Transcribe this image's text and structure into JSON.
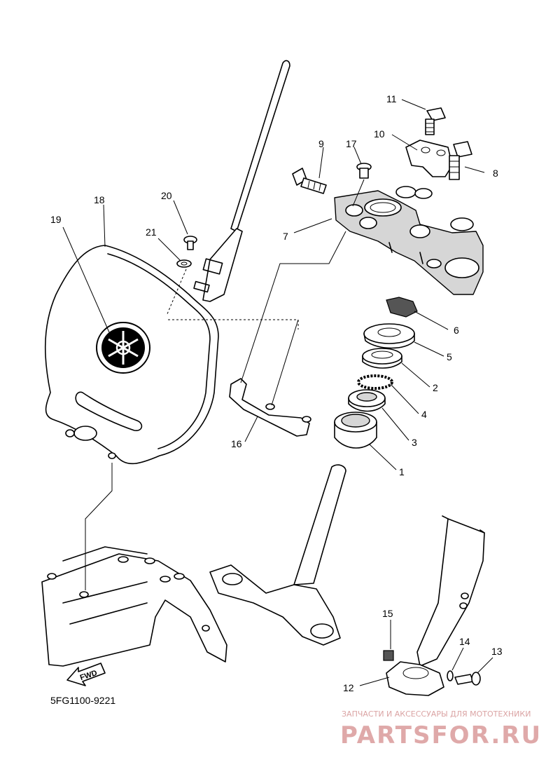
{
  "diagram": {
    "part_code": "5FG1100-9221",
    "fwd_label": "FWD",
    "callouts": [
      "1",
      "2",
      "3",
      "4",
      "5",
      "6",
      "7",
      "8",
      "9",
      "10",
      "11",
      "12",
      "13",
      "14",
      "15",
      "16",
      "17",
      "18",
      "19",
      "20",
      "21"
    ]
  },
  "watermark": {
    "subtitle": "ЗАПЧАСТИ И АКСЕССУАРЫ ДЛЯ МОТОТЕХНИКИ",
    "site": "PARTSFOR.RU",
    "color": "#d79a9a"
  }
}
